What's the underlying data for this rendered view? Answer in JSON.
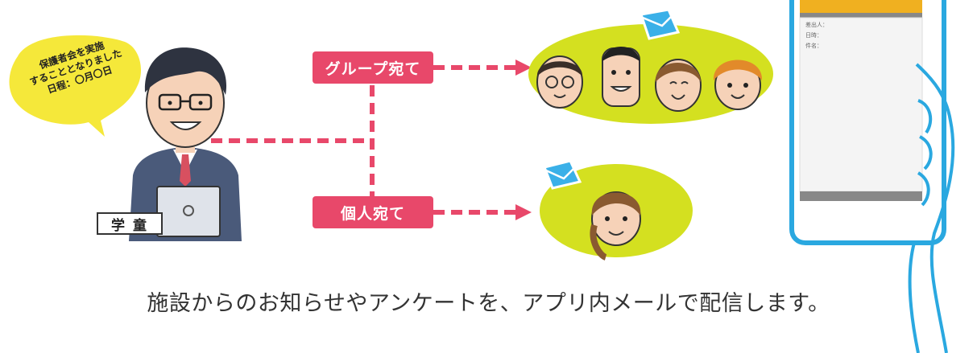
{
  "labels": {
    "group": "グループ宛て",
    "individual": "個人宛て",
    "staff": "学童"
  },
  "speech_bubble": {
    "line1": "保護者会を実施",
    "line2": "することとなりました",
    "line3": "日程：〇月〇日"
  },
  "phone_email": {
    "from": "差出人：",
    "date": "日時：",
    "subject": "件名：",
    "body1": "",
    "body2": "",
    "body3": "",
    "body4": ""
  },
  "caption": "施設からのお知らせやアンケートを、アプリ内メールで配信します。",
  "colors": {
    "accent_pink": "#e8486a",
    "lime": "#d4e020",
    "yellow_bubble": "#f5e83a",
    "phone_blue": "#2aa8e0",
    "phone_header": "#f0b020",
    "envelope_blue": "#3ab0e8"
  }
}
